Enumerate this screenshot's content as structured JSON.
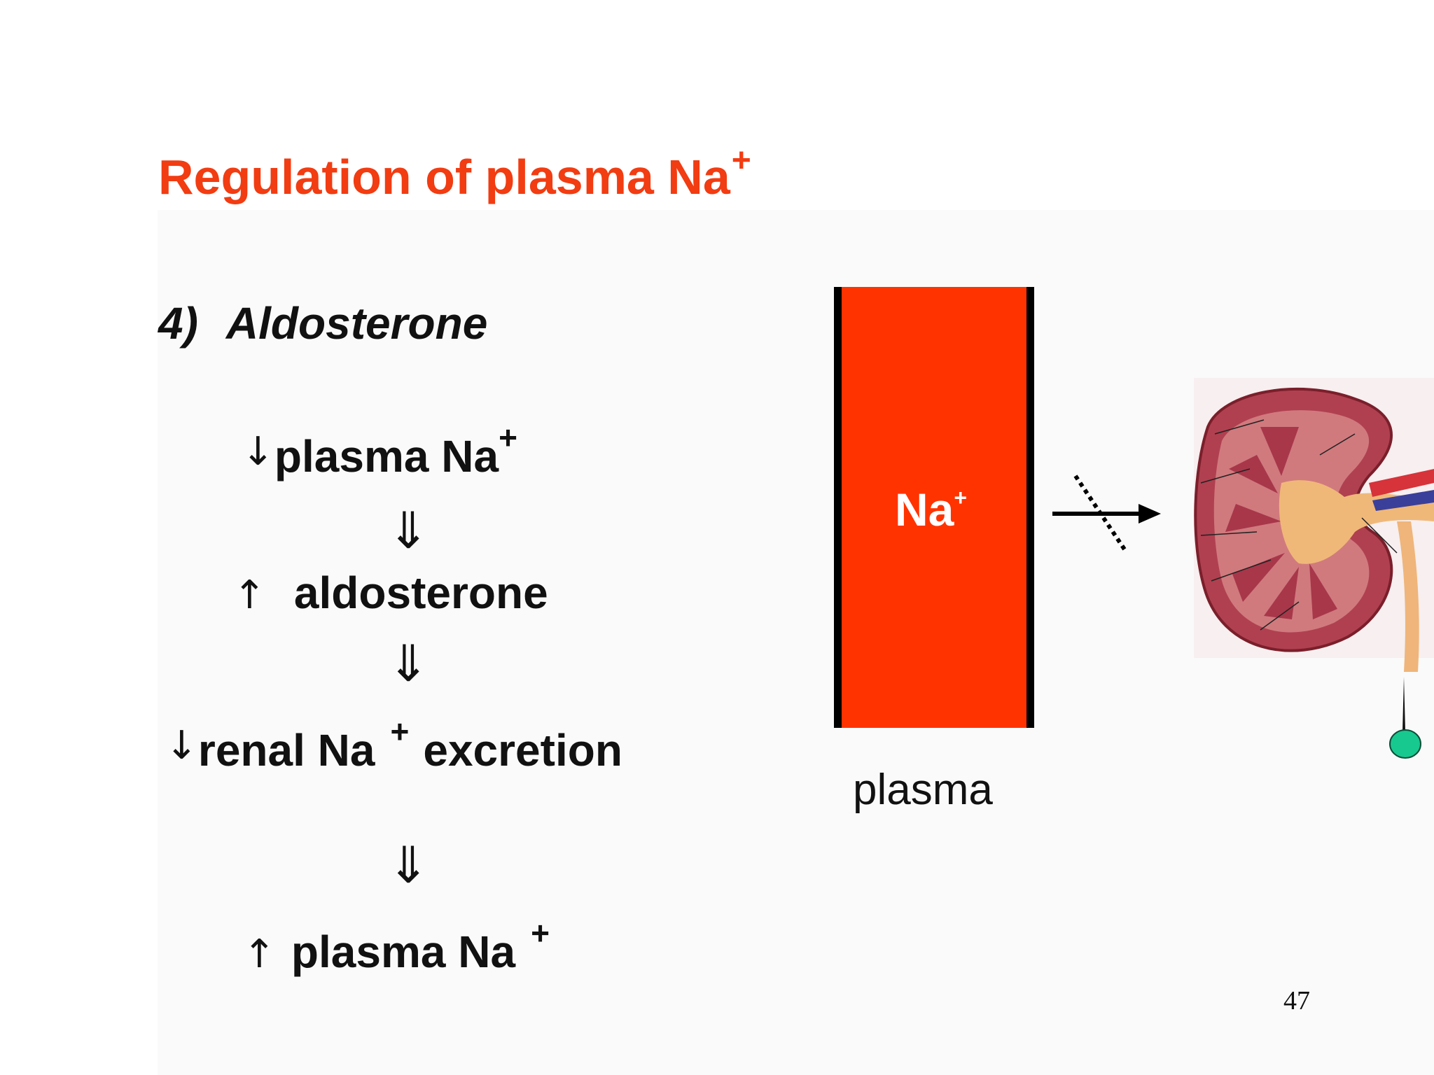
{
  "slide": {
    "title": "Regulation of plasma Na",
    "title_sup": "+",
    "heading_number": "4)",
    "heading_text": "Aldosterone",
    "page_number": "47"
  },
  "flow": {
    "step1": {
      "arrow": "↓",
      "text": "plasma Na",
      "sup": "+"
    },
    "step2": {
      "arrow": "↑",
      "text": "aldosterone"
    },
    "step3": {
      "arrow": "↓",
      "text": "renal Na",
      "sup": "+",
      "text_after": "excretion"
    },
    "step4": {
      "arrow": "↑",
      "text": "plasma Na",
      "sup": "+"
    },
    "implies_symbol": "⇓"
  },
  "diagram": {
    "compartment_label": "Na",
    "compartment_sup": "+",
    "compartment_caption": "plasma",
    "colors": {
      "compartment": "#ff3300",
      "title": "#f23c12",
      "teal_marker": "#17c98f"
    }
  }
}
